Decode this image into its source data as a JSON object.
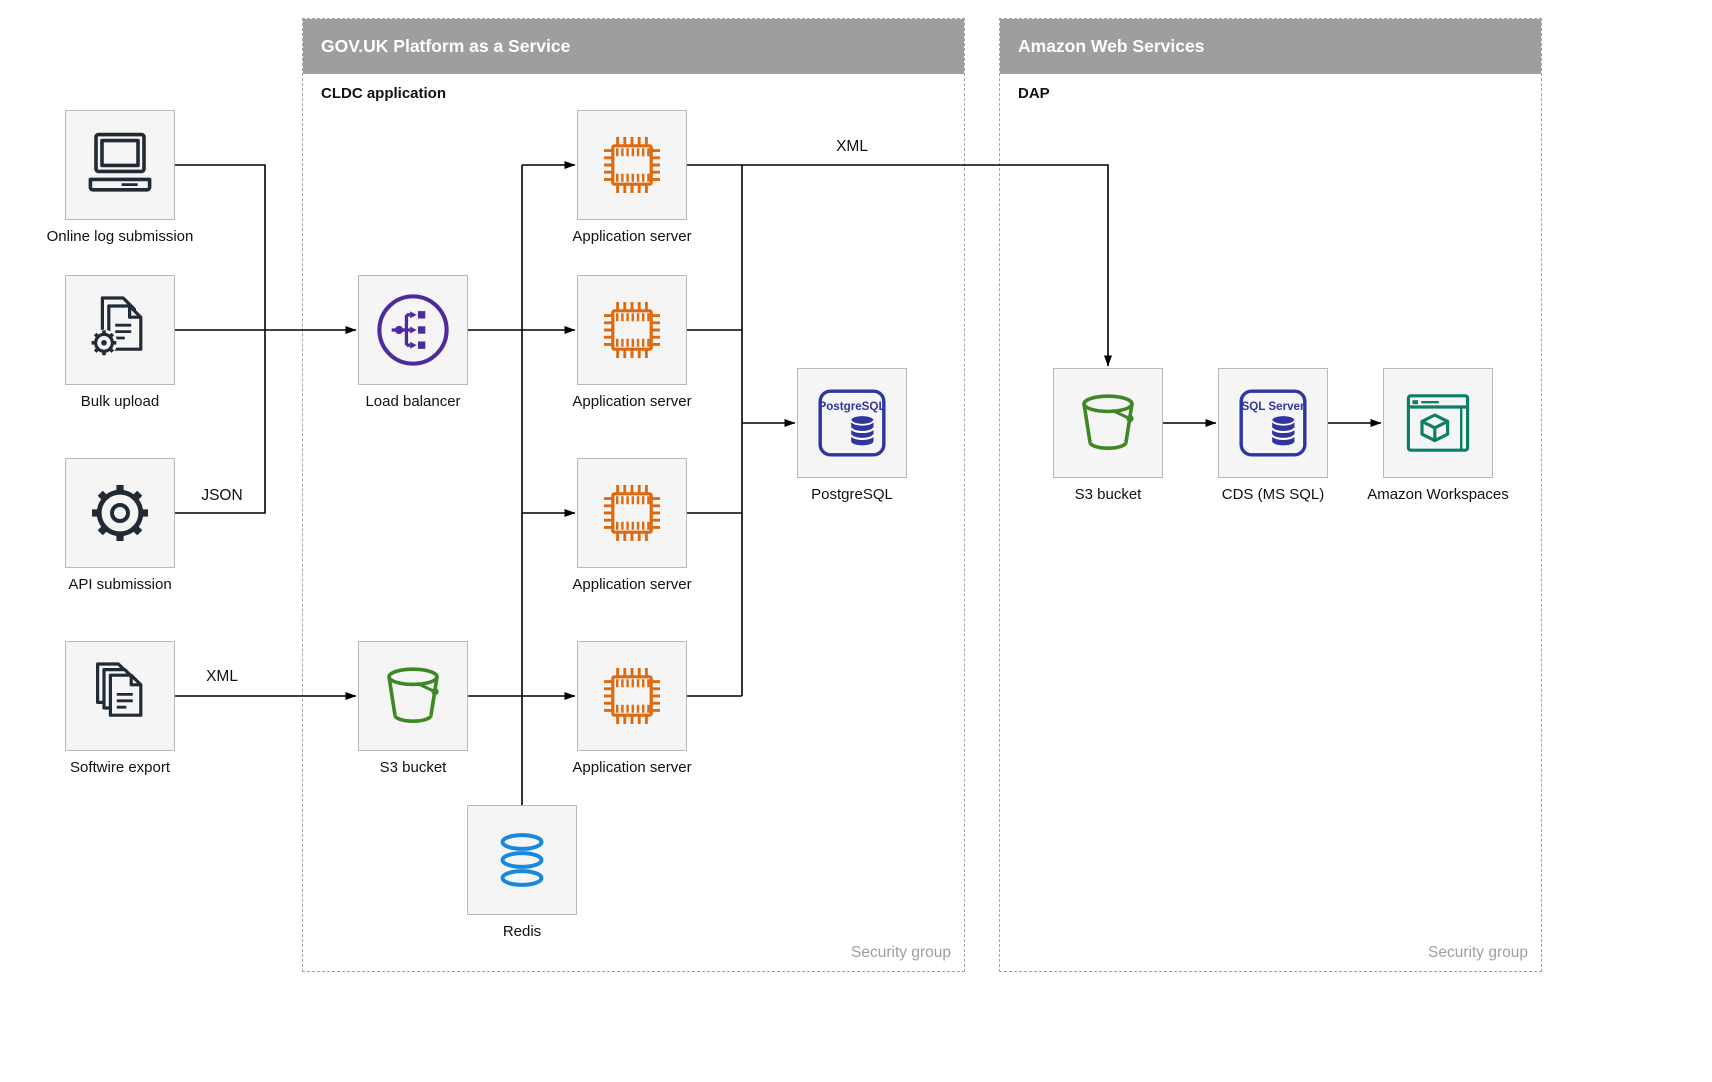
{
  "sources": {
    "online_log": {
      "label": "Online log submission"
    },
    "bulk_upload": {
      "label": "Bulk upload"
    },
    "api_submission": {
      "label": "API submission"
    },
    "softwire_export": {
      "label": "Softwire export"
    }
  },
  "govuk_paas": {
    "title": "GOV.UK Platform as a Service",
    "sublabel": "CLDC application",
    "security_label": "Security group",
    "nodes": {
      "load_balancer": {
        "label": "Load balancer"
      },
      "app_server_1": {
        "label": "Application server"
      },
      "app_server_2": {
        "label": "Application server"
      },
      "app_server_3": {
        "label": "Application server"
      },
      "app_server_4": {
        "label": "Application server"
      },
      "postgresql": {
        "label": "PostgreSQL",
        "icon_text": "PostgreSQL"
      },
      "s3_bucket": {
        "label": "S3 bucket"
      },
      "redis": {
        "label": "Redis"
      }
    }
  },
  "aws": {
    "title": "Amazon Web Services",
    "sublabel": "DAP",
    "security_label": "Security group",
    "nodes": {
      "s3_bucket": {
        "label": "S3 bucket"
      },
      "cds": {
        "label": "CDS (MS SQL)",
        "icon_text": "SQL Server"
      },
      "workspaces": {
        "label": "Amazon Workspaces"
      }
    }
  },
  "edge_labels": {
    "api_to_lb": "JSON",
    "softwire_to_s3": "XML",
    "app_to_dap": "XML"
  },
  "icons": {
    "online_log": "desktop-computer-icon",
    "bulk_upload": "document-gear-icon",
    "api_submission": "gear-icon",
    "softwire_export": "document-stack-icon",
    "load_balancer": "load-balancer-icon",
    "app_server": "chip-icon",
    "postgresql": "postgresql-database-icon",
    "s3_bucket": "s3-bucket-icon",
    "redis": "redis-database-icon",
    "cds": "sql-server-database-icon",
    "workspaces": "workspaces-window-cube-icon"
  },
  "colors": {
    "header_bg": "#9e9e9e",
    "node_bg": "#f5f5f5",
    "node_border": "#b9b9b9",
    "line": "#000000",
    "dark": "#212b36",
    "orange": "#dd6a10",
    "purple": "#4f2a9e",
    "green": "#3f8624",
    "navy": "#2f36a0",
    "blue": "#1788e0",
    "teal": "#0d7e67",
    "security_text": "#9e9e9e"
  }
}
